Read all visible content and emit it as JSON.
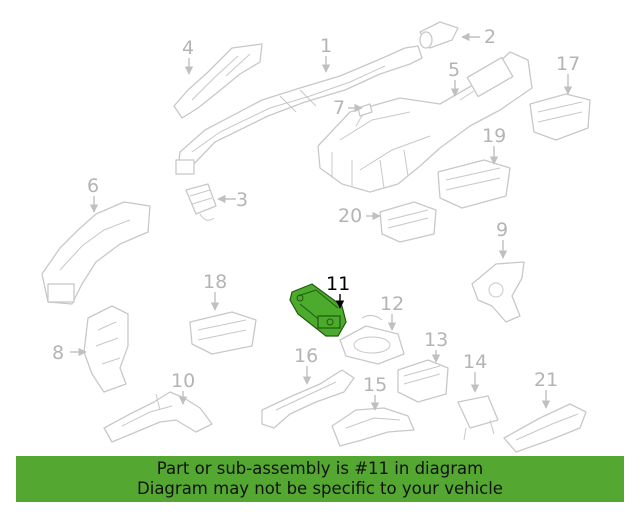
{
  "callouts": [
    "1",
    "2",
    "3",
    "4",
    "5",
    "6",
    "7",
    "8",
    "9",
    "10",
    "11",
    "12",
    "13",
    "14",
    "15",
    "16",
    "17",
    "18",
    "19",
    "20",
    "21"
  ],
  "highlighted_callout": "11",
  "banner": {
    "line1": "Part or sub-assembly is #11 in diagram",
    "line2": "Diagram may not be specific to your vehicle"
  },
  "colors": {
    "highlight_part": "#4caa2c",
    "banner_background": "#54a831",
    "line_art": "#c8c8c8",
    "callout_text": "#b4b4b4"
  }
}
